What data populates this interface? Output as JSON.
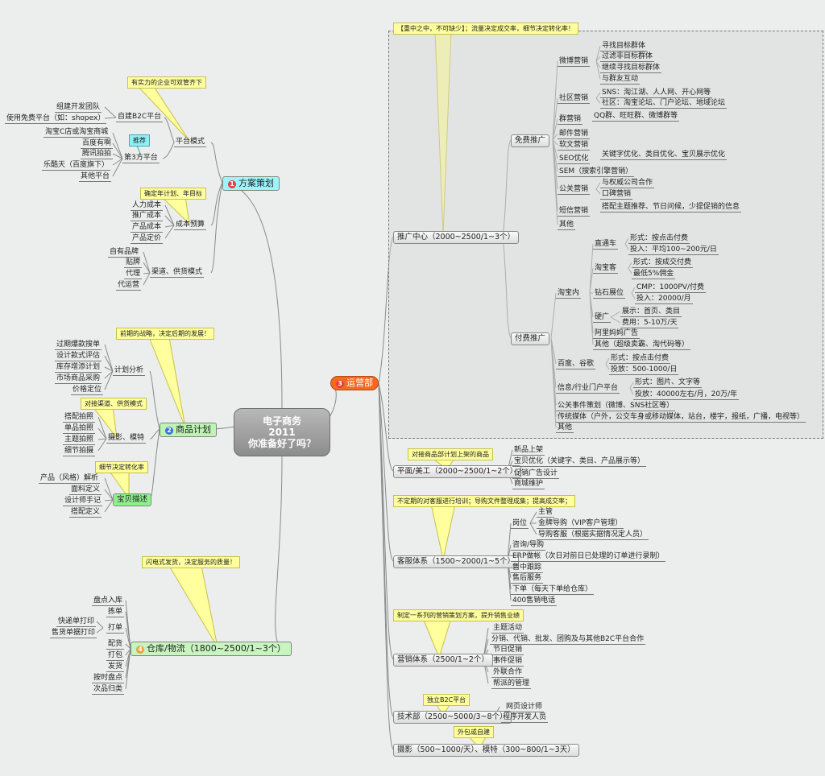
{
  "center": {
    "line1": "电子商务",
    "line2": "2011",
    "line3": "你准备好了吗？"
  },
  "b1": {
    "label": "方案策划",
    "badge": "1",
    "color": "#9df4ff",
    "note": "有实力的企业可双管齐下",
    "platform": {
      "label": "平台模式",
      "self": {
        "label": "自建B2C平台",
        "items": [
          "组建开发团队",
          "使用免费平台（如：shopex）"
        ]
      },
      "third": {
        "label": "第3方平台",
        "tag": "推荐",
        "items": [
          "淘宝C店或淘宝商城",
          "百度有啊",
          "腾讯拍拍",
          "乐酷天（百度旗下）",
          "其他平台"
        ]
      }
    },
    "budget_note": "确定年计划、年目标",
    "budget": {
      "label": "成本预算",
      "items": [
        "人力成本",
        "推广成本",
        "产品成本",
        "产品定价"
      ]
    },
    "channel": {
      "label": "渠道、供货模式",
      "items": [
        "自有品牌",
        "贴牌",
        "代理",
        "代运营"
      ]
    }
  },
  "b2": {
    "label": "商品计划",
    "badge": "2",
    "color": "#bff2b5",
    "note": "前期的战略，决定后期的发展！",
    "analysis": {
      "label": "计划分析",
      "items": [
        "过期爆款搜单",
        "设计款式评估",
        "库存增添计划",
        "市场商品采购",
        "价格定位"
      ]
    },
    "shoot_note": "对接渠道、供货模式",
    "shoot": {
      "label": "摄影、模特",
      "items": [
        "搭配拍照",
        "单品拍照",
        "主题拍照",
        "细节拍摄"
      ]
    },
    "desc_note": "细节决定转化率",
    "desc": {
      "label": "宝贝描述",
      "items": [
        "产品（风格）解析",
        "面料定义",
        "设计师手记",
        "搭配定义"
      ]
    }
  },
  "b4": {
    "label": "仓库/物流（1800~2500/1~3个）",
    "badge": "4",
    "color": "#c8f4c0",
    "note": "闪电式发货，决定服务的质量！",
    "items": [
      "盘点入库",
      "拣单",
      "打单",
      "配货",
      "打包",
      "发货",
      "按时盘点",
      "次品归类"
    ],
    "print": [
      "快递单打印",
      "售货单据打印"
    ]
  },
  "b3": {
    "label": "运营部",
    "badge": "3",
    "color": "#f46a1e",
    "frame_note": "【重中之中，不可缺少】；流量决定成交率，细节决定转化率！",
    "promo": {
      "label": "推广中心（2000~2500/1~3个）",
      "free": {
        "label": "免费推广",
        "weibo": {
          "label": "微博营销",
          "items": [
            "寻找目标群体",
            "过滤非目标群体",
            "继续寻找目标群体",
            "与群友互动"
          ]
        },
        "community": {
          "label": "社区营销",
          "items": [
            "SNS：淘江湖、人人网、开心网等",
            "社区：淘宝论坛、门户论坛、地域论坛"
          ]
        },
        "group": {
          "label": "群营销",
          "item": "QQ群、旺旺群、微博群等"
        },
        "mail": "邮件营销",
        "soft": "软文营销",
        "seo": {
          "label": "SEO优化",
          "item": "关键字优化、类目优化、宝贝展示优化"
        },
        "sem": "SEM（搜索引擎营销）",
        "pr": {
          "label": "公关营销",
          "items": [
            "与权威公司合作",
            "口碑营销"
          ]
        },
        "sms": {
          "label": "短信营销",
          "item": "搭配主题推荐、节日问候，少提促销的信息"
        },
        "other": "其他"
      },
      "paid": {
        "label": "付费推广",
        "taobao": {
          "label": "淘宝内",
          "ztc": {
            "label": "直通车",
            "items": [
              "形式：按点击付费",
              "投入：平均100~200元/日"
            ]
          },
          "tbk": {
            "label": "淘宝客",
            "items": [
              "形式：按成交付费",
              "最低5%佣金"
            ]
          },
          "zs": {
            "label": "钻石展位",
            "items": [
              "CMP：1000PV/付费",
              "投入：20000/月"
            ]
          },
          "yg": {
            "label": "硬广",
            "items": [
              "展示：首页、类目",
              "费用：5-10万/天"
            ]
          },
          "ali": "阿里妈妈广告",
          "other": "其他（超级卖霸、淘代码等）"
        },
        "baidu": {
          "label": "百度、谷歌",
          "items": [
            "形式：按点击付费",
            "投放：500-1000/日"
          ]
        },
        "portal": {
          "label": "信息/行业门户平台",
          "items": [
            "形式：图片、文字等",
            "投放：40000左右/月，20万/年"
          ]
        },
        "event": "公关事件策划（微博、SNS社区等）",
        "media": "传统媒体（户外，公交车身或移动媒体，站台，楼宇，报纸，广播，电视等）",
        "other": "其他"
      }
    },
    "design_note": "对接商品部计划上架的商品",
    "design": {
      "label": "平面/美工（2000~2500/1~2个）",
      "items": [
        "新品上架",
        "宝贝优化（关键字、类目、产品展示等）",
        "促销广告设计",
        "商城维护"
      ]
    },
    "cs_note": "不定期的对客服进行培训；导购文件整理成集；提高成交率；",
    "cs": {
      "label": "客服体系（1500~2000/1~5个）",
      "post": {
        "label": "岗位",
        "items": [
          "主管",
          "金牌导购（VIP客户管理）",
          "导购客服（根据实据情况定人员）"
        ]
      },
      "items": [
        "咨询/导购",
        "ERP做帐（次日对前日已处理的订单进行录制）",
        "售中跟踪",
        "售后服务",
        "下单（每天下单给仓库）",
        "400售销电话"
      ]
    },
    "mkt_note": "制定一系列的营销策划方案，提升销售业绩",
    "mkt": {
      "label": "营销体系（2500/1~2个）",
      "items": [
        "主题活动",
        "分销、代销、批发、团购及与其他B2C平台合作",
        "节日促销",
        "事件促销",
        "外联合作",
        "帮派的管理"
      ]
    },
    "tech_note": "独立B2C平台",
    "tech": {
      "label": "技术部（2500~5000/3~8个）",
      "items": [
        "网页设计师",
        "程序开发人员"
      ]
    },
    "photo_note": "外包或自建",
    "photo": "摄影（500~1000/天）、模特（300~800/1~3天）"
  }
}
